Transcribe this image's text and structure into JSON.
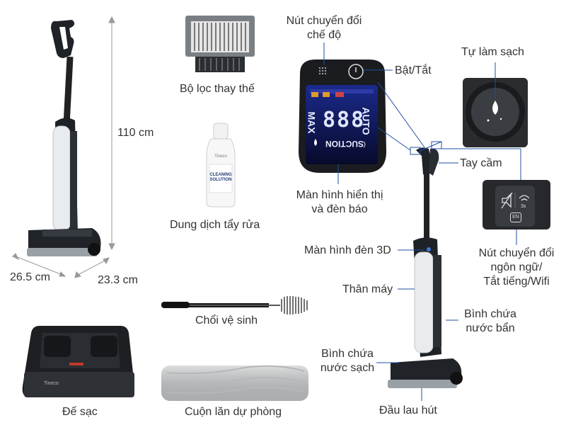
{
  "labels": {
    "filter": "Bộ lọc thay thế",
    "solution": "Dung dịch tẩy rửa",
    "brush": "Chổi vệ sinh",
    "dock": "Đế sạc",
    "roller": "Cuộn lăn dự phòng",
    "height": "110 cm",
    "depth": "26.5 cm",
    "width": "23.3 cm",
    "mode_button_line1": "Nút chuyển đổi",
    "mode_button_line2": "chế độ",
    "power": "Bật/Tắt",
    "self_clean": "Tự làm sạch",
    "handle": "Tay cầm",
    "display_line1": "Màn hình hiển thị",
    "display_line2": "và đèn báo",
    "lang_line1": "Nút chuyển đổi",
    "lang_line2": "ngôn ngữ/",
    "lang_line3": "Tắt tiếng/Wifi",
    "light3d": "Màn hình đèn 3D",
    "body": "Thân máy",
    "dirty_tank_line1": "Bình chứa",
    "dirty_tank_line2": "nước bẩn",
    "clean_tank_line1": "Bình chứa",
    "clean_tank_line2": "nước sạch",
    "head": "Đầu lau hút"
  },
  "screen": {
    "digits": "888",
    "left_text": "MAX",
    "right_text": "AUTO",
    "bottom_text": "SUCTION"
  },
  "bottle_text": {
    "brand": "Tineco",
    "line1": "CLEANING",
    "line2": "SOLUTION"
  },
  "dock_brand": "Tineco",
  "lang_badge": "EN",
  "timer_badge": "3s",
  "colors": {
    "accent_blue": "#2a6fd6",
    "screen_bg": "#0a0f3a",
    "body_dark": "#1e2226",
    "panel_light": "#e8ecee"
  }
}
